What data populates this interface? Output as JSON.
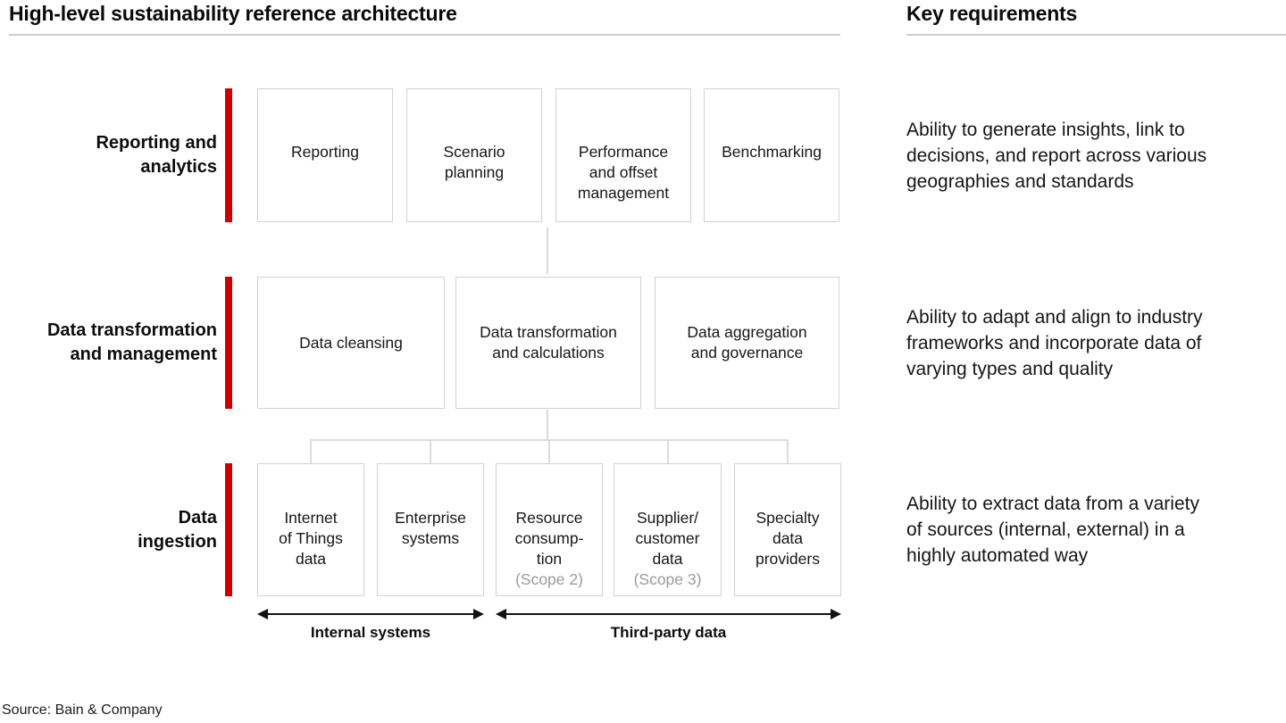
{
  "header": {
    "title": "High-level sustainability reference architecture",
    "right_title": "Key requirements"
  },
  "colors": {
    "accent_red": "#cc0000",
    "box_border": "#d2d2d2",
    "connector_gray": "#dcdcdc",
    "muted_text": "#9b9b9b"
  },
  "rows": [
    {
      "label": "Reporting and\nanalytics",
      "requirement": "Ability to generate insights, link to\ndecisions, and report across various\ngeographies and standards",
      "boxes": [
        {
          "label": "Reporting"
        },
        {
          "label": "Scenario\nplanning"
        },
        {
          "label": "Performance\nand offset\nmanagement"
        },
        {
          "label": "Benchmarking"
        }
      ]
    },
    {
      "label": "Data transformation\nand management",
      "requirement": "Ability to adapt and align to industry\nframeworks and incorporate data of\nvarying types and quality",
      "boxes": [
        {
          "label": "Data cleansing"
        },
        {
          "label": "Data transformation\nand calculations"
        },
        {
          "label": "Data aggregation\nand governance"
        }
      ]
    },
    {
      "label": "Data\ningestion",
      "requirement": "Ability to extract data from a variety\nof sources (internal, external) in a\nhighly automated way",
      "boxes": [
        {
          "label": "Internet\nof Things\ndata"
        },
        {
          "label": "Enterprise\nsystems"
        },
        {
          "label": "Resource\nconsump-\ntion",
          "sublabel": "(Scope 2)"
        },
        {
          "label": "Supplier/\ncustomer\ndata",
          "sublabel": "(Scope 3)"
        },
        {
          "label": "Specialty\ndata\nproviders"
        }
      ]
    }
  ],
  "arrows": [
    {
      "label": "Internal systems"
    },
    {
      "label": "Third-party data"
    }
  ],
  "source": "Source: Bain & Company"
}
